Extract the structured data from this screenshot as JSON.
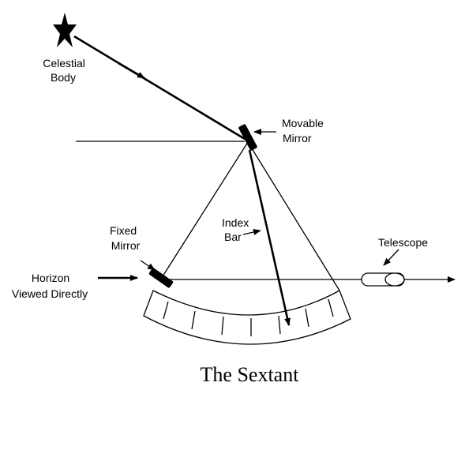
{
  "title": "The Sextant",
  "labels": {
    "celestial_body": [
      "Celestial",
      "Body"
    ],
    "movable_mirror": [
      "Movable",
      "Mirror"
    ],
    "fixed_mirror": [
      "Fixed",
      "Mirror"
    ],
    "index_bar": [
      "Index",
      "Bar"
    ],
    "telescope": "Telescope",
    "horizon": [
      "Horizon",
      "Viewed Directly"
    ]
  },
  "colors": {
    "ink": "#000000",
    "background": "#ffffff"
  }
}
